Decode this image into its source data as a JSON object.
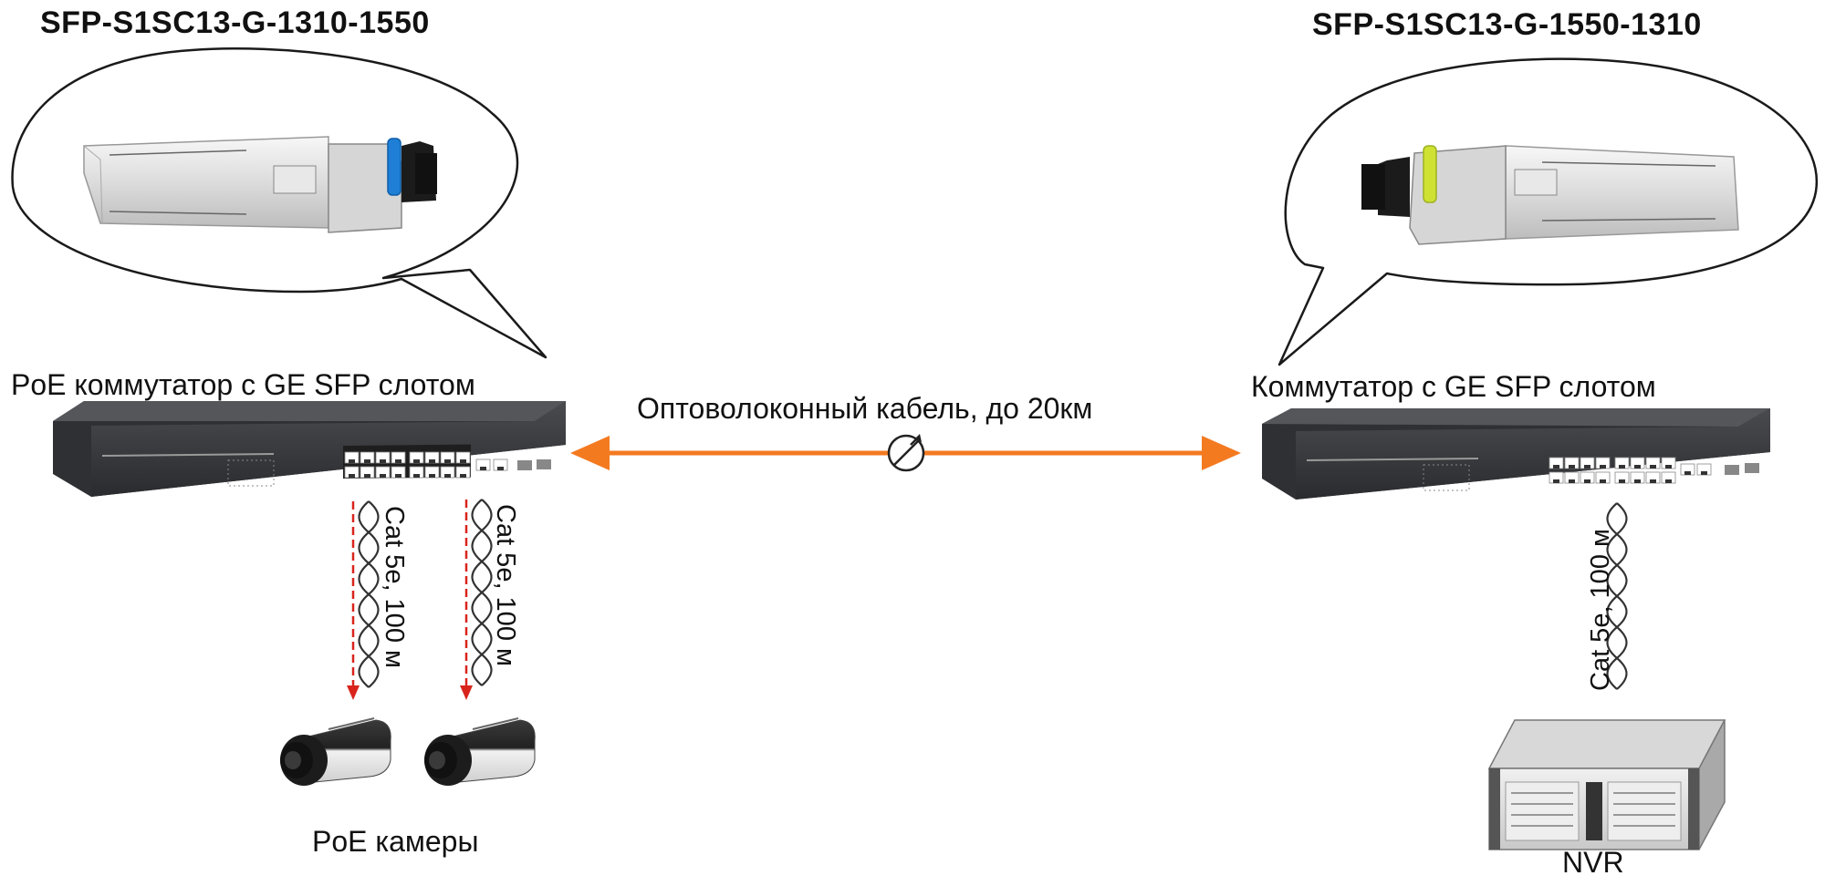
{
  "left": {
    "sfp_model": "SFP-S1SC13-G-1310-1550",
    "switch_label": "PoE коммутатор с GE SFP слотом",
    "cables": [
      {
        "label": "Cat 5e, 100 м"
      },
      {
        "label": "Cat 5e, 100 м"
      }
    ],
    "device_label": "PoE камеры"
  },
  "right": {
    "sfp_model": "SFP-S1SC13-G-1550-1310",
    "switch_label": "Коммутатор с GE SFP слотом",
    "cable": {
      "label": "Cat 5e, 100 м"
    },
    "device_label": "NVR"
  },
  "link": {
    "label": "Оптоволоконный кабель, до 20км"
  },
  "colors": {
    "fiber_arrow": "#f47a20",
    "poe_arrow": "#d9241c",
    "switch_body": "#2f3033",
    "sfp_latch_left": "#1f7fd6",
    "sfp_latch_right": "#cfe234"
  },
  "icons": {
    "sfp_module": "sfp-module-icon",
    "switch": "network-switch-icon",
    "camera": "bullet-camera-icon",
    "nvr": "rack-server-icon",
    "fiber_connector": "fiber-connector-icon",
    "twisted_pair": "twisted-pair-icon"
  }
}
